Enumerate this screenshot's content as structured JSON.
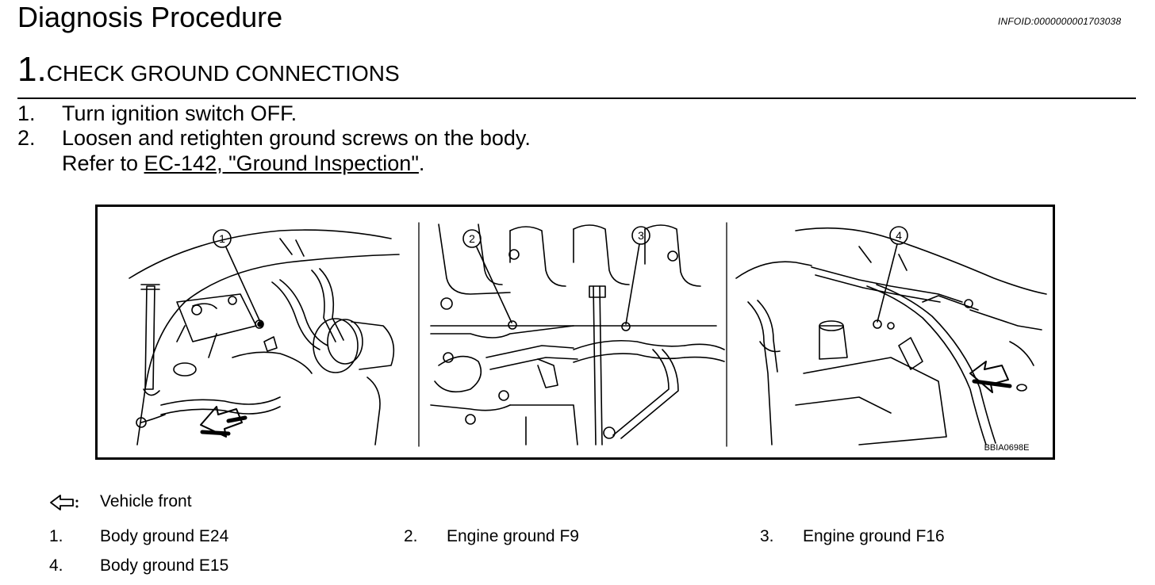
{
  "header": {
    "title": "Diagnosis Procedure",
    "infoid": "INFOID:0000000001703038"
  },
  "step": {
    "number": "1.",
    "title": "CHECK GROUND CONNECTIONS"
  },
  "instructions": [
    {
      "num": "1.",
      "text": "Turn ignition switch OFF."
    },
    {
      "num": "2.",
      "text": "Loosen and retighten ground screws on the body."
    }
  ],
  "refer": {
    "prefix": "Refer to ",
    "link": "EC-142, \"Ground Inspection\"",
    "suffix": "."
  },
  "figure": {
    "code": "BBIA0698E",
    "callouts": [
      "1",
      "2",
      "3",
      "4"
    ]
  },
  "legend": {
    "arrow_label": "Vehicle front",
    "items": [
      {
        "num": "1.",
        "text": "Body ground E24"
      },
      {
        "num": "2.",
        "text": "Engine ground F9"
      },
      {
        "num": "3.",
        "text": "Engine ground F16"
      },
      {
        "num": "4.",
        "text": "Body ground E15"
      }
    ]
  }
}
